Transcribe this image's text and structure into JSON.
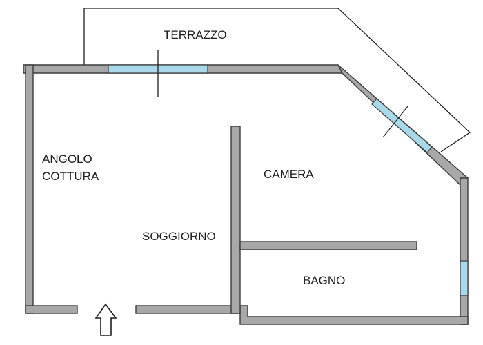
{
  "rooms": {
    "terrazzo": "TERRAZZO",
    "angolo_line1": "ANGOLO",
    "angolo_line2": "COTTURA",
    "camera": "CAMERA",
    "soggiorno": "SOGGIORNO",
    "bagno": "BAGNO"
  },
  "colors": {
    "wall": "#a8a8a8",
    "window": "#a9d8e8",
    "outline": "#1e1e1e"
  },
  "icons": {
    "entrance": "up-arrow-icon"
  }
}
